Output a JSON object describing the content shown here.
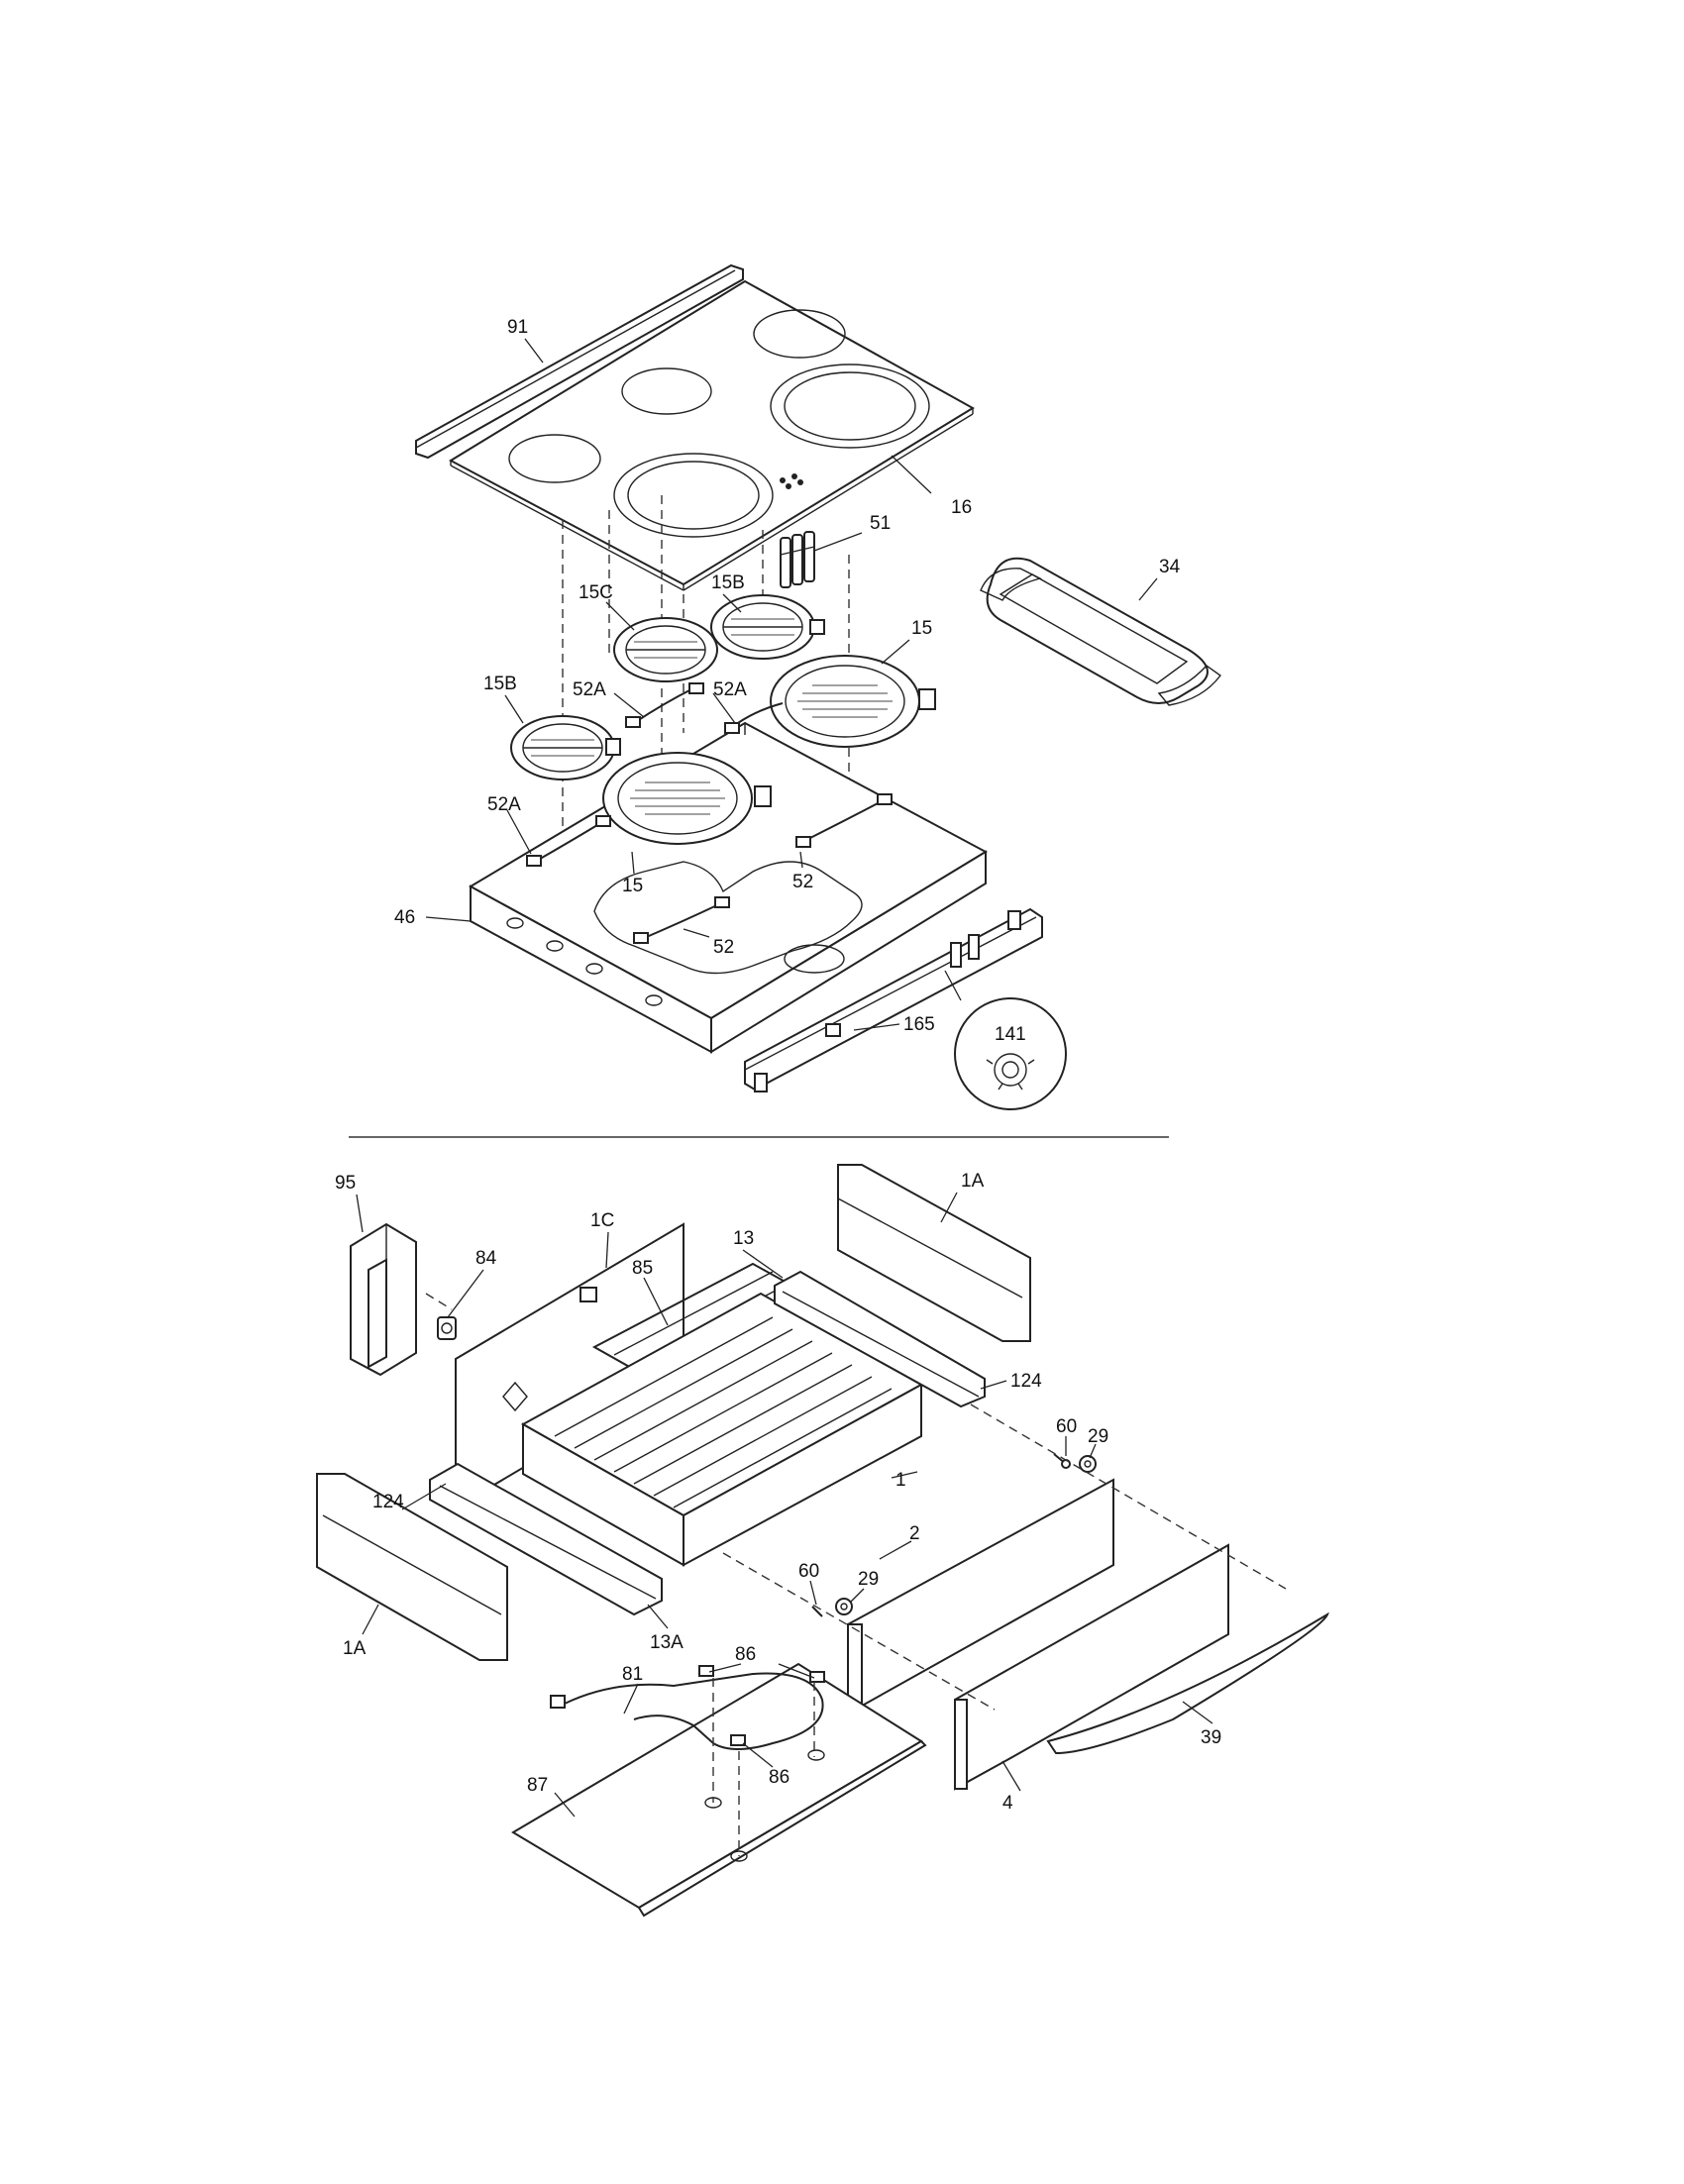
{
  "top_assembly": {
    "callouts": [
      {
        "id": "c-91",
        "label": "91"
      },
      {
        "id": "c-16",
        "label": "16"
      },
      {
        "id": "c-51",
        "label": "51"
      },
      {
        "id": "c-34",
        "label": "34"
      },
      {
        "id": "c-15C",
        "label": "15C"
      },
      {
        "id": "c-15B-top",
        "label": "15B"
      },
      {
        "id": "c-15-right",
        "label": "15"
      },
      {
        "id": "c-15B-left",
        "label": "15B"
      },
      {
        "id": "c-52A-1",
        "label": "52A"
      },
      {
        "id": "c-52A-2",
        "label": "52A"
      },
      {
        "id": "c-52A-3",
        "label": "52A"
      },
      {
        "id": "c-46",
        "label": "46"
      },
      {
        "id": "c-15-front",
        "label": "15"
      },
      {
        "id": "c-52-right",
        "label": "52"
      },
      {
        "id": "c-52-center",
        "label": "52"
      },
      {
        "id": "c-165",
        "label": "165"
      },
      {
        "id": "c-141",
        "label": "141"
      }
    ]
  },
  "bottom_assembly": {
    "callouts": [
      {
        "id": "c-95",
        "label": "95"
      },
      {
        "id": "c-84",
        "label": "84"
      },
      {
        "id": "c-1C",
        "label": "1C"
      },
      {
        "id": "c-85",
        "label": "85"
      },
      {
        "id": "c-13",
        "label": "13"
      },
      {
        "id": "c-1A-top",
        "label": "1A"
      },
      {
        "id": "c-124-right",
        "label": "124"
      },
      {
        "id": "c-60-right",
        "label": "60"
      },
      {
        "id": "c-29-right",
        "label": "29"
      },
      {
        "id": "c-124-left",
        "label": "124"
      },
      {
        "id": "c-1",
        "label": "1"
      },
      {
        "id": "c-2",
        "label": "2"
      },
      {
        "id": "c-60-left",
        "label": "60"
      },
      {
        "id": "c-29-left",
        "label": "29"
      },
      {
        "id": "c-1A-bottom",
        "label": "1A"
      },
      {
        "id": "c-13A",
        "label": "13A"
      },
      {
        "id": "c-86-top",
        "label": "86"
      },
      {
        "id": "c-81",
        "label": "81"
      },
      {
        "id": "c-86-mid",
        "label": "86"
      },
      {
        "id": "c-87",
        "label": "87"
      },
      {
        "id": "c-39",
        "label": "39"
      },
      {
        "id": "c-4",
        "label": "4"
      }
    ]
  }
}
